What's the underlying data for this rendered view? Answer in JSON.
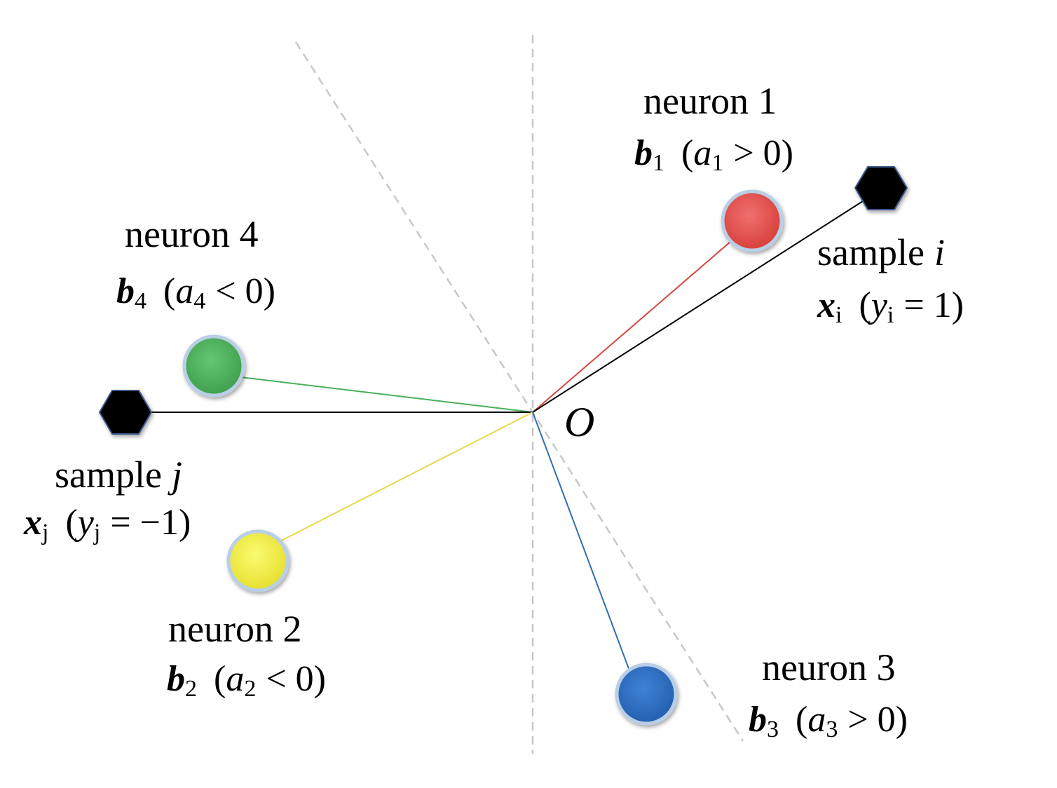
{
  "origin": {
    "label": "O"
  },
  "neurons": [
    {
      "id": "neuron-1",
      "name": "neuron 1",
      "vector_symbol": "b",
      "vector_subscript": "1",
      "condition_open": "(",
      "condition_var": "a",
      "condition_sub": "1",
      "condition_rel": "> 0)",
      "color": "#e8504a"
    },
    {
      "id": "neuron-2",
      "name": "neuron 2",
      "vector_symbol": "b",
      "vector_subscript": "2",
      "condition_open": "(",
      "condition_var": "a",
      "condition_sub": "2",
      "condition_rel": "< 0)",
      "color": "#f3f04a"
    },
    {
      "id": "neuron-3",
      "name": "neuron 3",
      "vector_symbol": "b",
      "vector_subscript": "3",
      "condition_open": "(",
      "condition_var": "a",
      "condition_sub": "3",
      "condition_rel": "> 0)",
      "color": "#2f6fc0"
    },
    {
      "id": "neuron-4",
      "name": "neuron 4",
      "vector_symbol": "b",
      "vector_subscript": "4",
      "condition_open": "(",
      "condition_var": "a",
      "condition_sub": "4",
      "condition_rel": "< 0)",
      "color": "#4caf5a"
    }
  ],
  "samples": [
    {
      "id": "sample-i",
      "name_prefix": "sample",
      "name_var": "i",
      "vector_symbol": "x",
      "vector_subscript": "i",
      "label_open": "(",
      "label_var": "y",
      "label_sub": "i",
      "label_rel": "= 1)",
      "color": "#000000"
    },
    {
      "id": "sample-j",
      "name_prefix": "sample",
      "name_var": "j",
      "vector_symbol": "x",
      "vector_subscript": "j",
      "label_open": "(",
      "label_var": "y",
      "label_sub": "j",
      "label_rel": "= −1)",
      "color": "#000000"
    }
  ],
  "colors": {
    "dashed_line": "#c8c8c8",
    "sample_line": "#000000",
    "node_border": "#b9cfe6"
  }
}
